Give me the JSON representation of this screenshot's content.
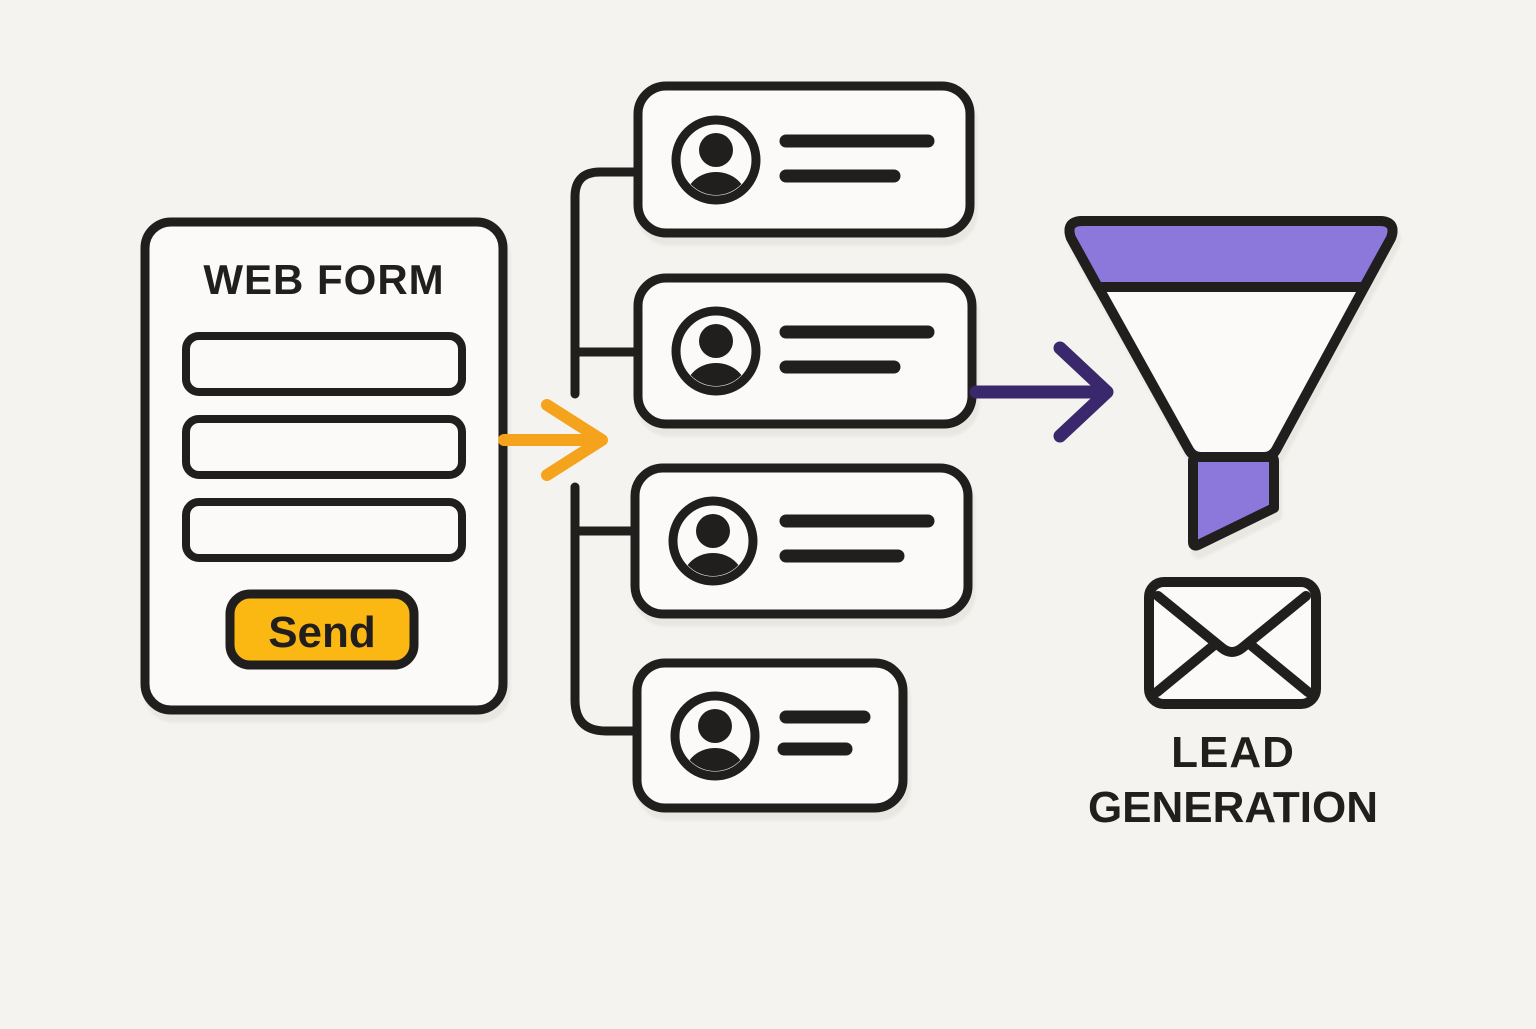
{
  "form": {
    "title": "WEB FORM",
    "fields": [
      "",
      "",
      ""
    ],
    "send_label": "Send"
  },
  "leads": {
    "cards": [
      {
        "icon": "person-avatar-icon",
        "placeholder_lines": 2
      },
      {
        "icon": "person-avatar-icon",
        "placeholder_lines": 2
      },
      {
        "icon": "person-avatar-icon",
        "placeholder_lines": 2
      },
      {
        "icon": "person-avatar-icon",
        "placeholder_lines": 2
      }
    ]
  },
  "flow": {
    "form_to_leads_arrow": "orange-right-arrow-icon",
    "leads_to_funnel_arrow": "indigo-right-arrow-icon"
  },
  "funnel": {
    "icon": "funnel-icon"
  },
  "outcome": {
    "icon": "envelope-icon",
    "label_line1": "LEAD",
    "label_line2": "GENERATION"
  },
  "colors": {
    "background": "#f4f3f0",
    "ink": "#211e1e",
    "card_fill": "#fbfaf8",
    "amber": "#fbb712",
    "orange": "#f5a31c",
    "purple": "#8b78da",
    "indigo": "#39286b",
    "shadow": "#e9e7e2"
  }
}
